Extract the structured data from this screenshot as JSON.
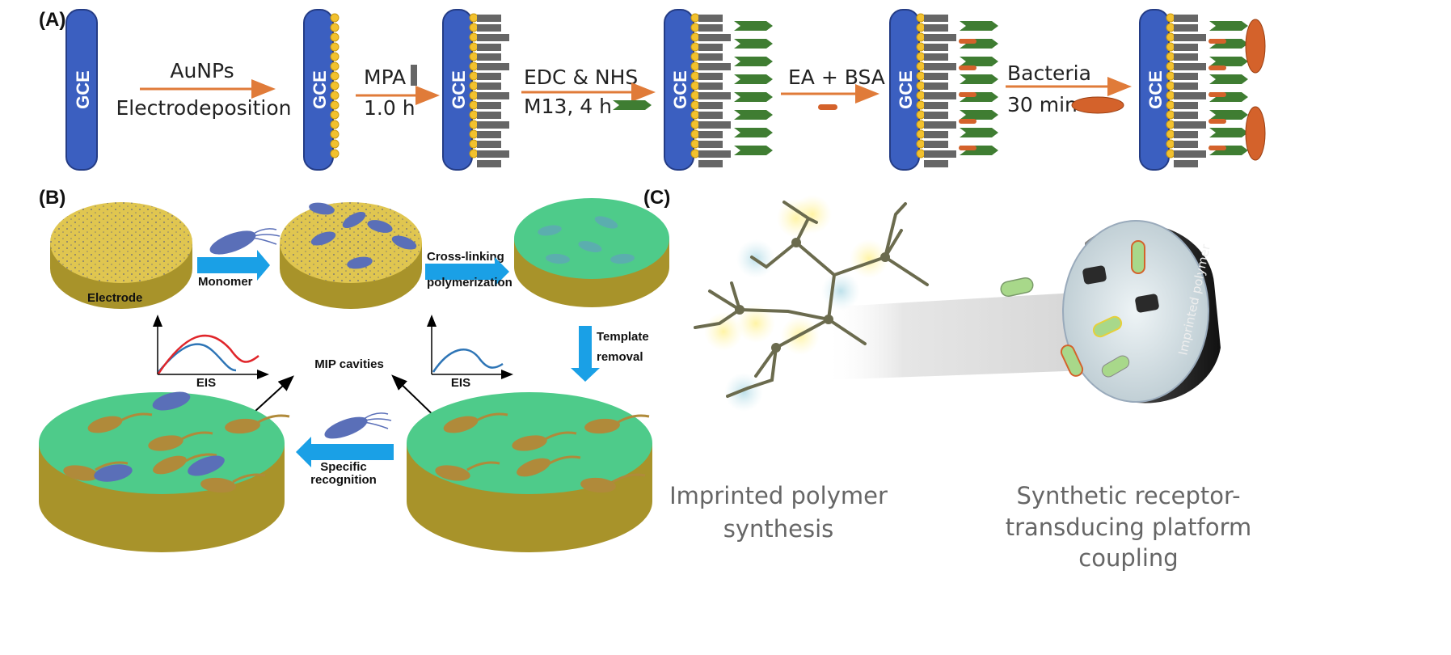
{
  "panels": {
    "a": "(A)",
    "b": "(B)",
    "c": "(C)"
  },
  "panel_a": {
    "gce": "GCE",
    "step1_top": "AuNPs",
    "step1_bottom": "Electrodeposition",
    "step2_top": "MPA",
    "step2_bottom": "1.0 h",
    "step3_top": "EDC & NHS",
    "step3_bottom": "M13, 4 h",
    "step4_top": "EA + BSA",
    "step5_top": "Bacteria",
    "step5_bottom": "30 min"
  },
  "panel_b": {
    "electrode": "Electrode",
    "monomer": "Monomer",
    "crosslinking_1": "Cross-linking",
    "crosslinking_2": "polymerization",
    "template_1": "Template",
    "template_2": "removal",
    "mip_cavities": "MIP cavities",
    "eis_left": "EIS",
    "eis_right": "EIS",
    "specific_1": "Specific",
    "specific_2": "recognition"
  },
  "panel_c": {
    "disk_label": "Imprinted polymer",
    "caption_left_1": "Imprinted polymer",
    "caption_left_2": "synthesis",
    "caption_right_1": "Synthetic receptor-",
    "caption_right_2": "transducing platform",
    "caption_right_3": "coupling"
  },
  "colors": {
    "electrode_blue": "#3b5fc0",
    "gold": "#f2c12e",
    "phage_green": "#3f7d32",
    "arrow_orange": "#e07b39",
    "arrow_blue": "#1aa0e6",
    "mip_green": "#4ecb8a",
    "electrode_gold": "#b9a33a"
  }
}
